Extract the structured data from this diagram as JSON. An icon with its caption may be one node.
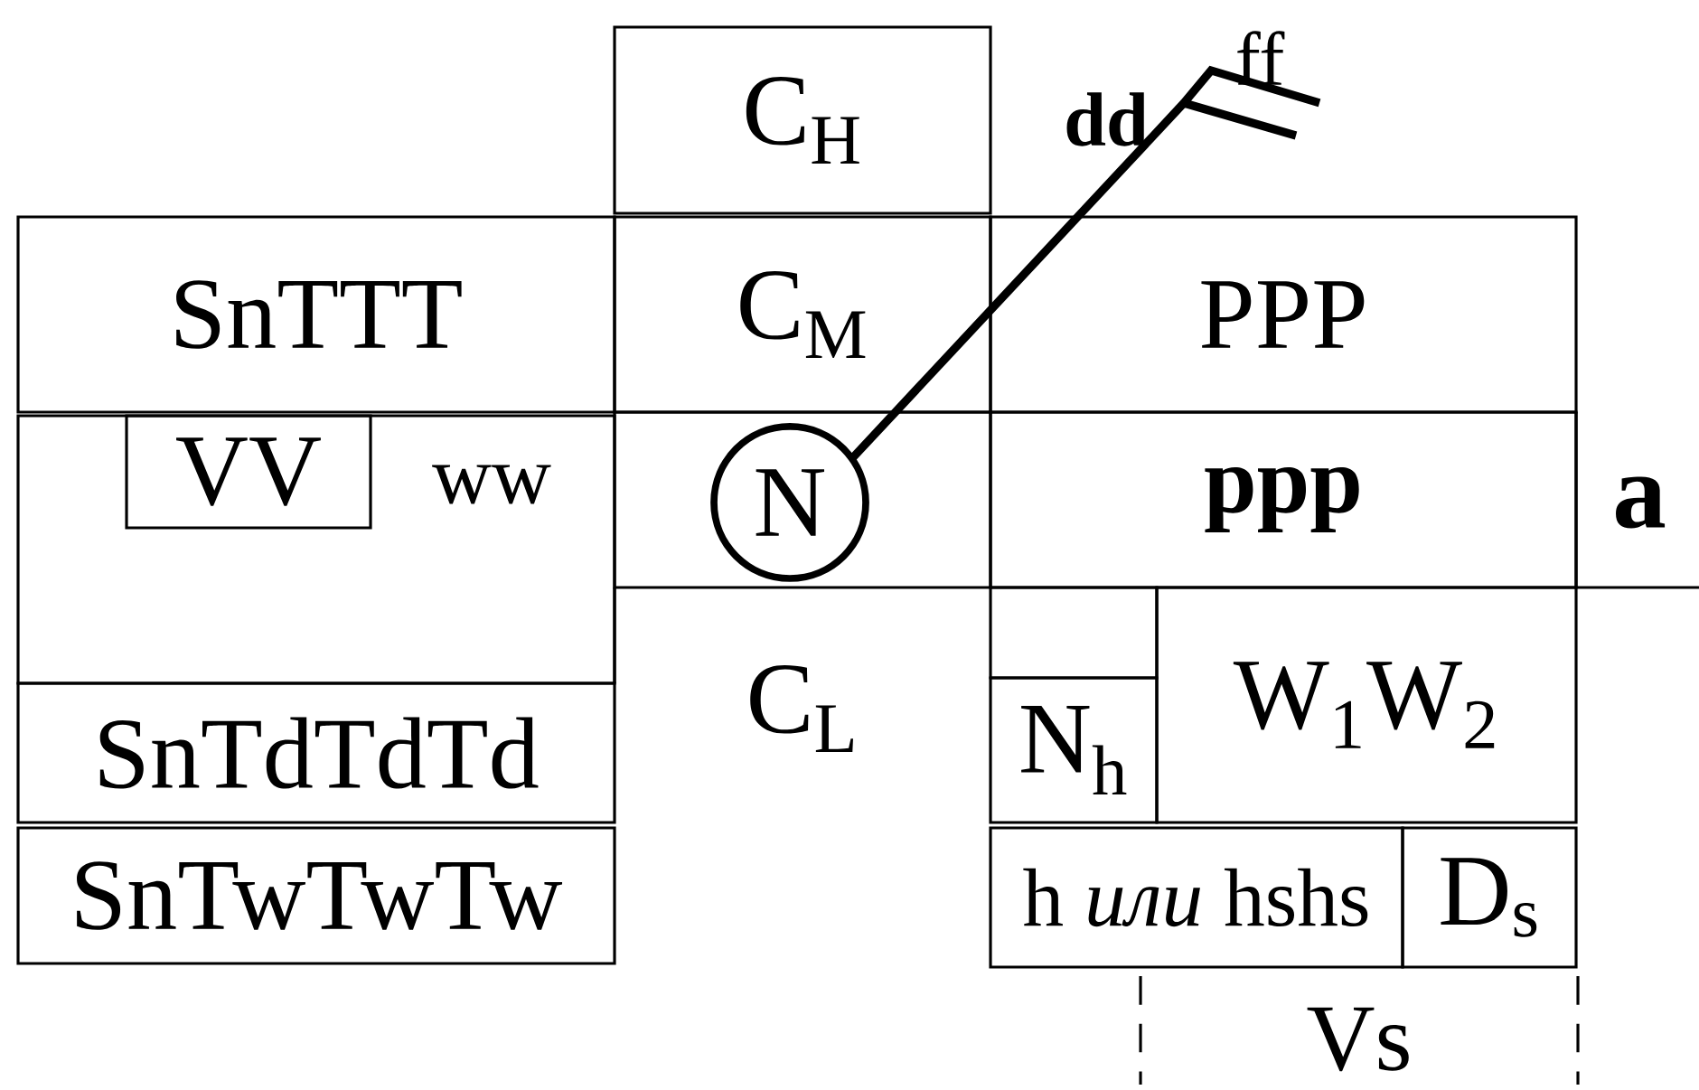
{
  "diagram": {
    "nodes": [
      {
        "text": [
          "C$_{H}$"
        ]
      },
      {
        "text": [
          "SnTTT"
        ]
      },
      {
        "text": [
          "C$_{M}$"
        ]
      },
      {
        "text": [
          "PPP"
        ]
      },
      {
        "text": [
          "ww"
        ]
      },
      {
        "text": [
          "VV"
        ],
        "in": 4
      },
      {
        "text": [],
        "shape": "box"
      },
      {
        "text": [
          "N"
        ],
        "in": 6
      },
      {
        "text": [
          "ppp"
        ]
      },
      {
        "text": [
          "SnTdTdTd"
        ]
      },
      {
        "text": [
          "SnTwTwTw"
        ]
      },
      {
        "text": [],
        "shape": "box"
      },
      {
        "text": [
          "N$_{h}$"
        ]
      },
      {
        "text": [
          "W$_{1}$W$_{2}$"
        ]
      },
      {
        "text": [
          "h *или* hshs"
        ]
      },
      {
        "text": [
          "D$_{s}$"
        ]
      }
    ],
    "labels": [
      "ff",
      "dd",
      "a",
      "C$_{L}$",
      "Vs"
    ]
  }
}
